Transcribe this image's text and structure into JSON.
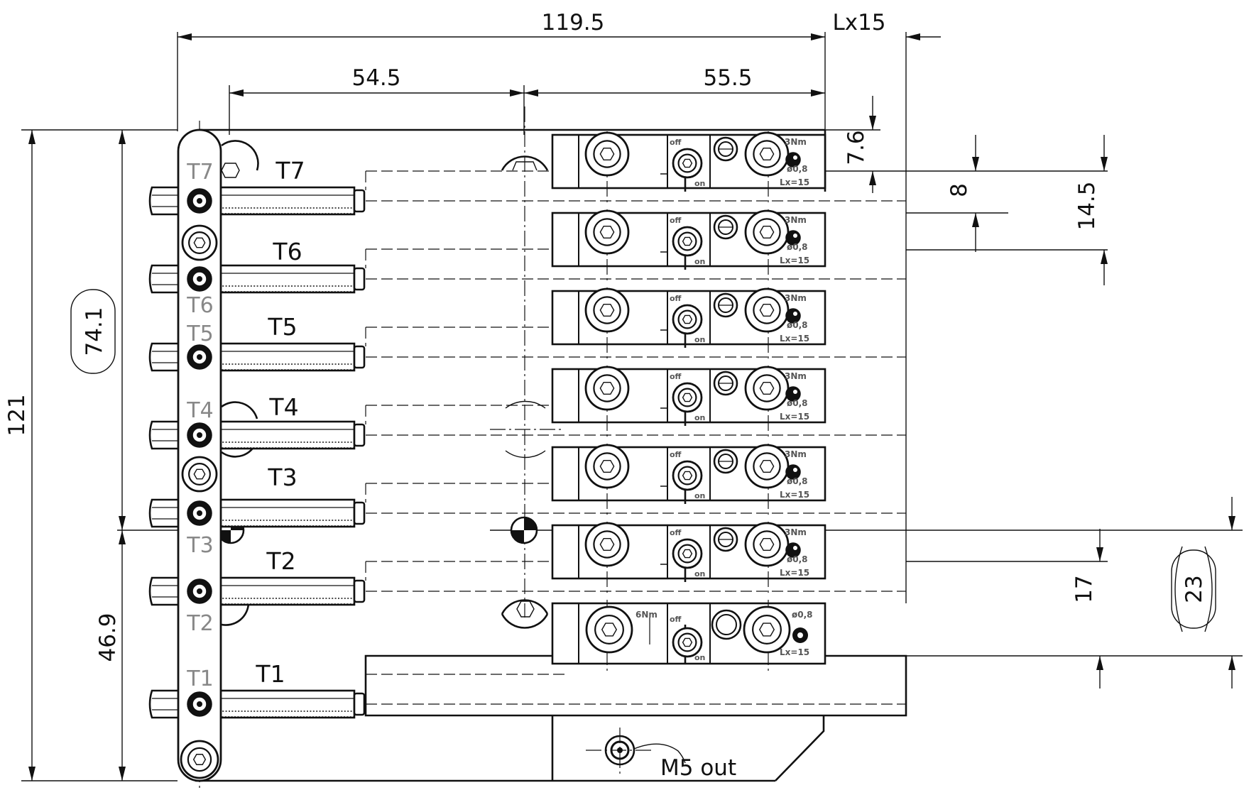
{
  "dimensions": {
    "width_overall": "119.5",
    "lx": "Lx15",
    "left_block": "54.5",
    "right_block": "55.5",
    "height_overall": "121",
    "upper_height": "74.1",
    "lower_height": "46.9",
    "top_offset": "7.6",
    "pitch_small": "8",
    "pitch": "14.5",
    "gap": "17",
    "ref_height": "23"
  },
  "tools": {
    "right_labels": [
      "T7",
      "T6",
      "T5",
      "T4",
      "T3",
      "T2",
      "T1"
    ],
    "bar_labels": [
      "T7",
      "T6",
      "T5",
      "T4",
      "T3",
      "T2",
      "T1"
    ]
  },
  "module": {
    "torque": "3Nm",
    "torque_bottom": "6Nm",
    "off": "off",
    "on": "on",
    "diameter": "ø0,8",
    "lx": "Lx=15"
  },
  "callout": "M5 out"
}
